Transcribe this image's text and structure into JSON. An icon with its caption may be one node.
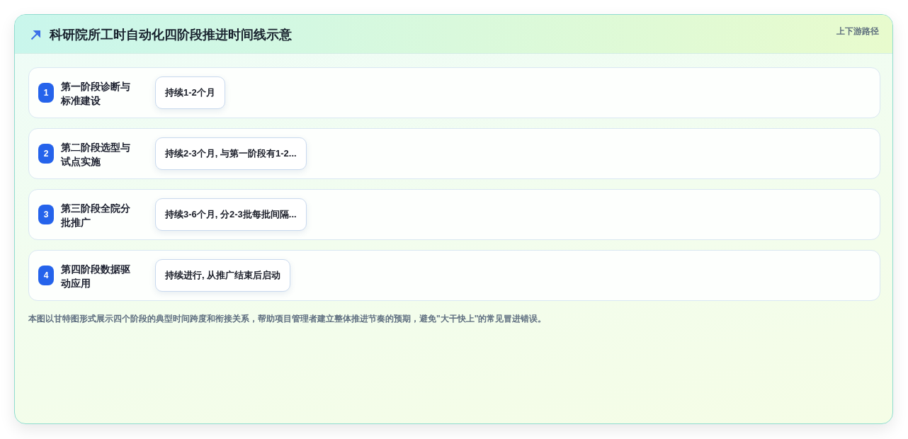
{
  "diagram": {
    "title": "科研院所工时自动化四阶段推进时间线示意",
    "caption": "本图以甘特图形式展示四个阶段的典型时间跨度和衔接关系，帮助项目管理者建立整体推进节奏的预期，避免\"大干快上\"的常见冒进错误。",
    "nodes": [
      {
        "text": [
          "第一阶段诊断与标准建设"
        ]
      },
      {
        "text": [
          "1"
        ],
        "in": 0
      },
      {
        "text": [
          "持续1-2个月"
        ],
        "in": 0
      },
      {
        "text": [
          "第二阶段选型与试点实施"
        ]
      },
      {
        "text": [
          "2"
        ],
        "in": 3
      },
      {
        "text": [
          "持续2-3个月, 与第一阶段有1-2..."
        ],
        "in": 3
      },
      {
        "text": [
          "第三阶段全院分批推广"
        ]
      },
      {
        "text": [
          "3"
        ],
        "in": 6
      },
      {
        "text": [
          "持续3-6个月, 分2-3批每批间隔..."
        ],
        "in": 6
      },
      {
        "text": [
          "第四阶段数据驱动应用"
        ]
      },
      {
        "text": [
          "4"
        ],
        "in": 9
      },
      {
        "text": [
          "持续进行, 从推广结束后启动"
        ],
        "in": 9
      }
    ],
    "labels": [
      "上下游路径"
    ]
  }
}
